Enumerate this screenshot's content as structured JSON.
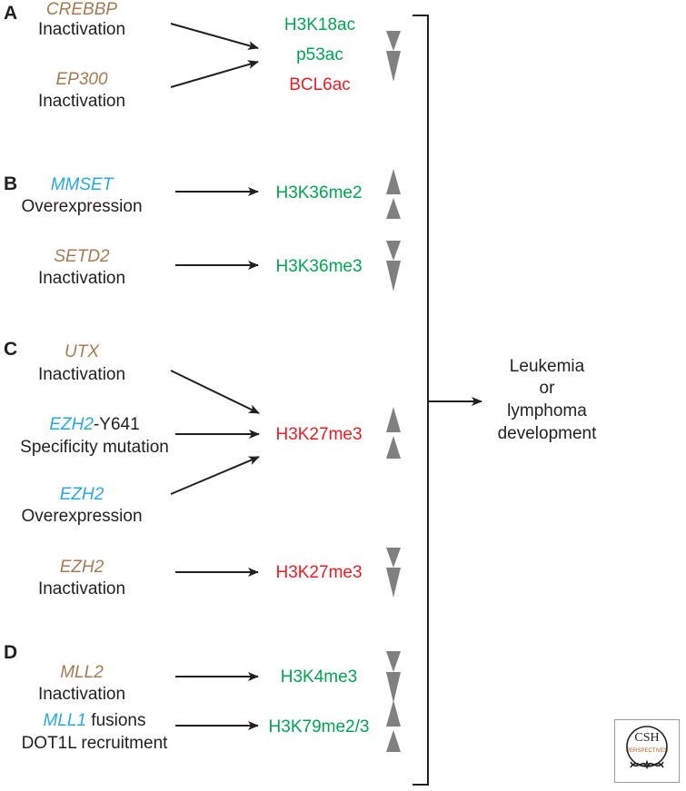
{
  "panels": {
    "a": "A",
    "b": "B",
    "c": "C",
    "d": "D"
  },
  "causes": {
    "crebbp": {
      "gene": "CREBBP",
      "effect": "Inactivation"
    },
    "ep300": {
      "gene": "EP300",
      "effect": "Inactivation"
    },
    "mmset": {
      "gene": "MMSET",
      "effect": "Overexpression"
    },
    "setd2": {
      "gene": "SETD2",
      "effect": "Inactivation"
    },
    "utx": {
      "gene": "UTX",
      "effect": "Inactivation"
    },
    "ezh2_y641": {
      "gene": "EZH2",
      "suffix": "-Y641",
      "effect": "Specificity mutation"
    },
    "ezh2_over": {
      "gene": "EZH2",
      "effect": "Overexpression"
    },
    "ezh2_inact": {
      "gene": "EZH2",
      "effect": "Inactivation"
    },
    "mll2": {
      "gene": "MLL2",
      "effect": "Inactivation"
    },
    "mll1": {
      "gene": "MLL1",
      "suffix": " fusions",
      "effect": "DOT1L recruitment"
    }
  },
  "marks": {
    "h3k18ac": "H3K18ac",
    "p53ac": "p53ac",
    "bcl6ac": "BCL6ac",
    "h3k36me2": "H3K36me2",
    "h3k36me3": "H3K36me3",
    "h3k27me3_up": "H3K27me3",
    "h3k27me3_down": "H3K27me3",
    "h3k4me3": "H3K4me3",
    "h3k79me23": "H3K79me2/3"
  },
  "outcome": {
    "line1": "Leukemia",
    "line2": "or",
    "line3": "lymphoma",
    "line4": "development"
  },
  "logo": {
    "line1": "CSH",
    "line2": "PERSPECTIVES"
  },
  "colors": {
    "gene_loss": "#a57c52",
    "gene_gain": "#27aae1",
    "mark_green": "#00a651",
    "mark_red": "#ed1c24",
    "arrow_gray": "#808080",
    "text": "#231f20"
  }
}
